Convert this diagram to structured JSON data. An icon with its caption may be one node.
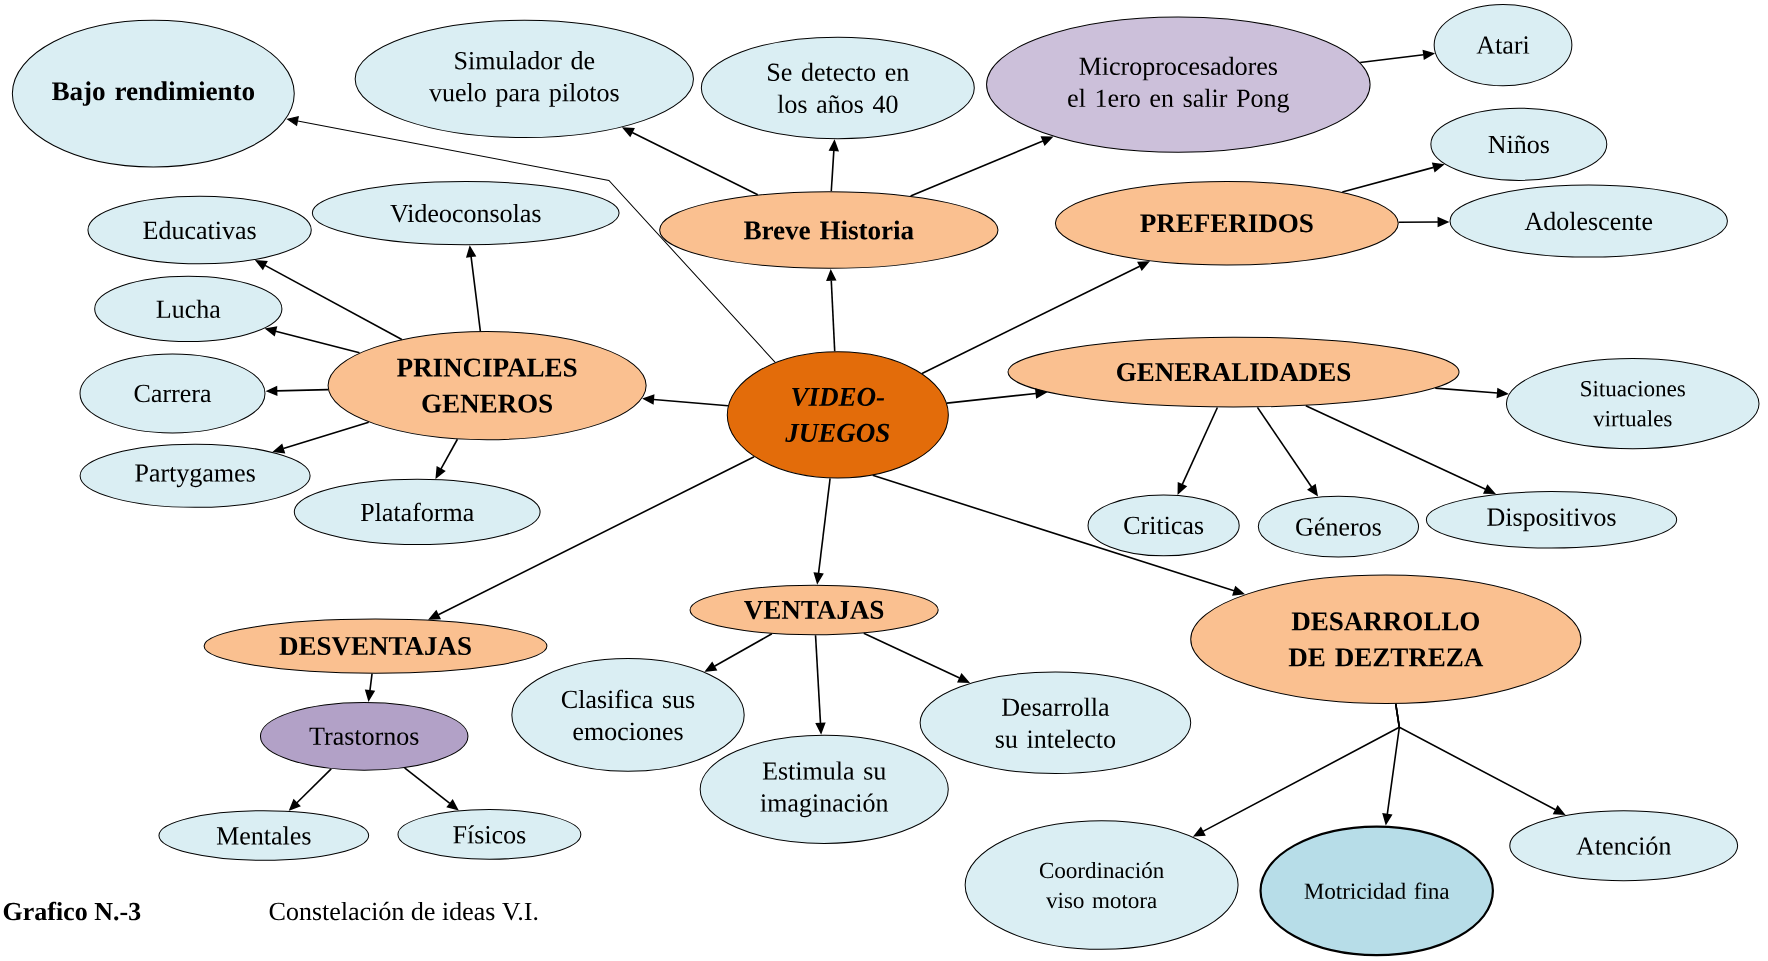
{
  "diagram": {
    "nodes": [
      {
        "text": [
          "VIDEO-JUEGOS"
        ]
      },
      {
        "text": [
          "Bajo rendimiento"
        ]
      },
      {
        "text": [
          "Simulador de vuelo para pilotos"
        ]
      },
      {
        "text": [
          "Se detecto en los años 40"
        ]
      },
      {
        "text": [
          "Microprocesadores el 1ero en salir Pong"
        ]
      },
      {
        "text": [
          "Atari"
        ]
      },
      {
        "text": [
          "Breve Historia"
        ]
      },
      {
        "text": [
          "Niños"
        ]
      },
      {
        "text": [
          "PREFERIDOS"
        ]
      },
      {
        "text": [
          "Adolescente"
        ]
      },
      {
        "text": [
          "Educativas"
        ]
      },
      {
        "text": [
          "Videoconsolas"
        ]
      },
      {
        "text": [
          "Lucha"
        ]
      },
      {
        "text": [
          "PRINCIPALES GENEROS"
        ]
      },
      {
        "text": [
          "Carrera"
        ]
      },
      {
        "text": [
          "Partygames"
        ]
      },
      {
        "text": [
          "Plataforma"
        ]
      },
      {
        "text": [
          "GENERALIDADES"
        ]
      },
      {
        "text": [
          "Situaciones virtuales"
        ]
      },
      {
        "text": [
          "Criticas"
        ]
      },
      {
        "text": [
          "Géneros"
        ]
      },
      {
        "text": [
          "Dispositivos"
        ]
      },
      {
        "text": [
          "DESVENTAJAS"
        ]
      },
      {
        "text": [
          "VENTAJAS"
        ]
      },
      {
        "text": [
          "DESARROLLO DE DEZTREZA"
        ]
      },
      {
        "text": [
          "Trastornos"
        ]
      },
      {
        "text": [
          "Clasifica sus emociones"
        ]
      },
      {
        "text": [
          "Desarrolla su intelecto"
        ]
      },
      {
        "text": [
          "Estimula su imaginación"
        ]
      },
      {
        "text": [
          "Mentales"
        ]
      },
      {
        "text": [
          "Físicos"
        ]
      },
      {
        "text": [
          "Coordinación viso motora"
        ]
      },
      {
        "text": [
          "Motricidad fina"
        ]
      },
      {
        "text": [
          "Atención"
        ]
      }
    ],
    "edges": [
      {
        "from": 0,
        "to": 1,
        "arrow": "to"
      },
      {
        "from": 0,
        "to": 6,
        "arrow": "to"
      },
      {
        "from": 6,
        "to": 2,
        "arrow": "to"
      },
      {
        "from": 6,
        "to": 3,
        "arrow": "to"
      },
      {
        "from": 6,
        "to": 4,
        "arrow": "to"
      },
      {
        "from": 4,
        "to": 5,
        "arrow": "to"
      },
      {
        "from": 0,
        "to": 8,
        "arrow": "to"
      },
      {
        "from": 8,
        "to": 7,
        "arrow": "to"
      },
      {
        "from": 8,
        "to": 9,
        "arrow": "to"
      },
      {
        "from": 0,
        "to": 13,
        "arrow": "to"
      },
      {
        "from": 13,
        "to": 10,
        "arrow": "to"
      },
      {
        "from": 13,
        "to": 11,
        "arrow": "to"
      },
      {
        "from": 13,
        "to": 12,
        "arrow": "to"
      },
      {
        "from": 13,
        "to": 14,
        "arrow": "to"
      },
      {
        "from": 13,
        "to": 15,
        "arrow": "to"
      },
      {
        "from": 13,
        "to": 16,
        "arrow": "to"
      },
      {
        "from": 0,
        "to": 17,
        "arrow": "to"
      },
      {
        "from": 17,
        "to": 18,
        "arrow": "to"
      },
      {
        "from": 17,
        "to": 19,
        "arrow": "to"
      },
      {
        "from": 17,
        "to": 20,
        "arrow": "to"
      },
      {
        "from": 17,
        "to": 21,
        "arrow": "to"
      },
      {
        "from": 0,
        "to": 22,
        "arrow": "to"
      },
      {
        "from": 0,
        "to": 23,
        "arrow": "to"
      },
      {
        "from": 0,
        "to": 24,
        "arrow": "to"
      },
      {
        "from": 22,
        "to": 25,
        "arrow": "to"
      },
      {
        "from": 25,
        "to": 29,
        "arrow": "to"
      },
      {
        "from": 25,
        "to": 30,
        "arrow": "to"
      },
      {
        "from": 23,
        "to": 26,
        "arrow": "to"
      },
      {
        "from": 23,
        "to": 28,
        "arrow": "to"
      },
      {
        "from": 23,
        "to": 27,
        "arrow": "to"
      },
      {
        "from": 24,
        "to": 31,
        "arrow": "to"
      },
      {
        "from": 24,
        "to": 32,
        "arrow": "to"
      },
      {
        "from": 24,
        "to": 33,
        "arrow": "to"
      }
    ],
    "labels": [
      "Grafico N.-3",
      "Constelación de ideas V.I."
    ]
  }
}
